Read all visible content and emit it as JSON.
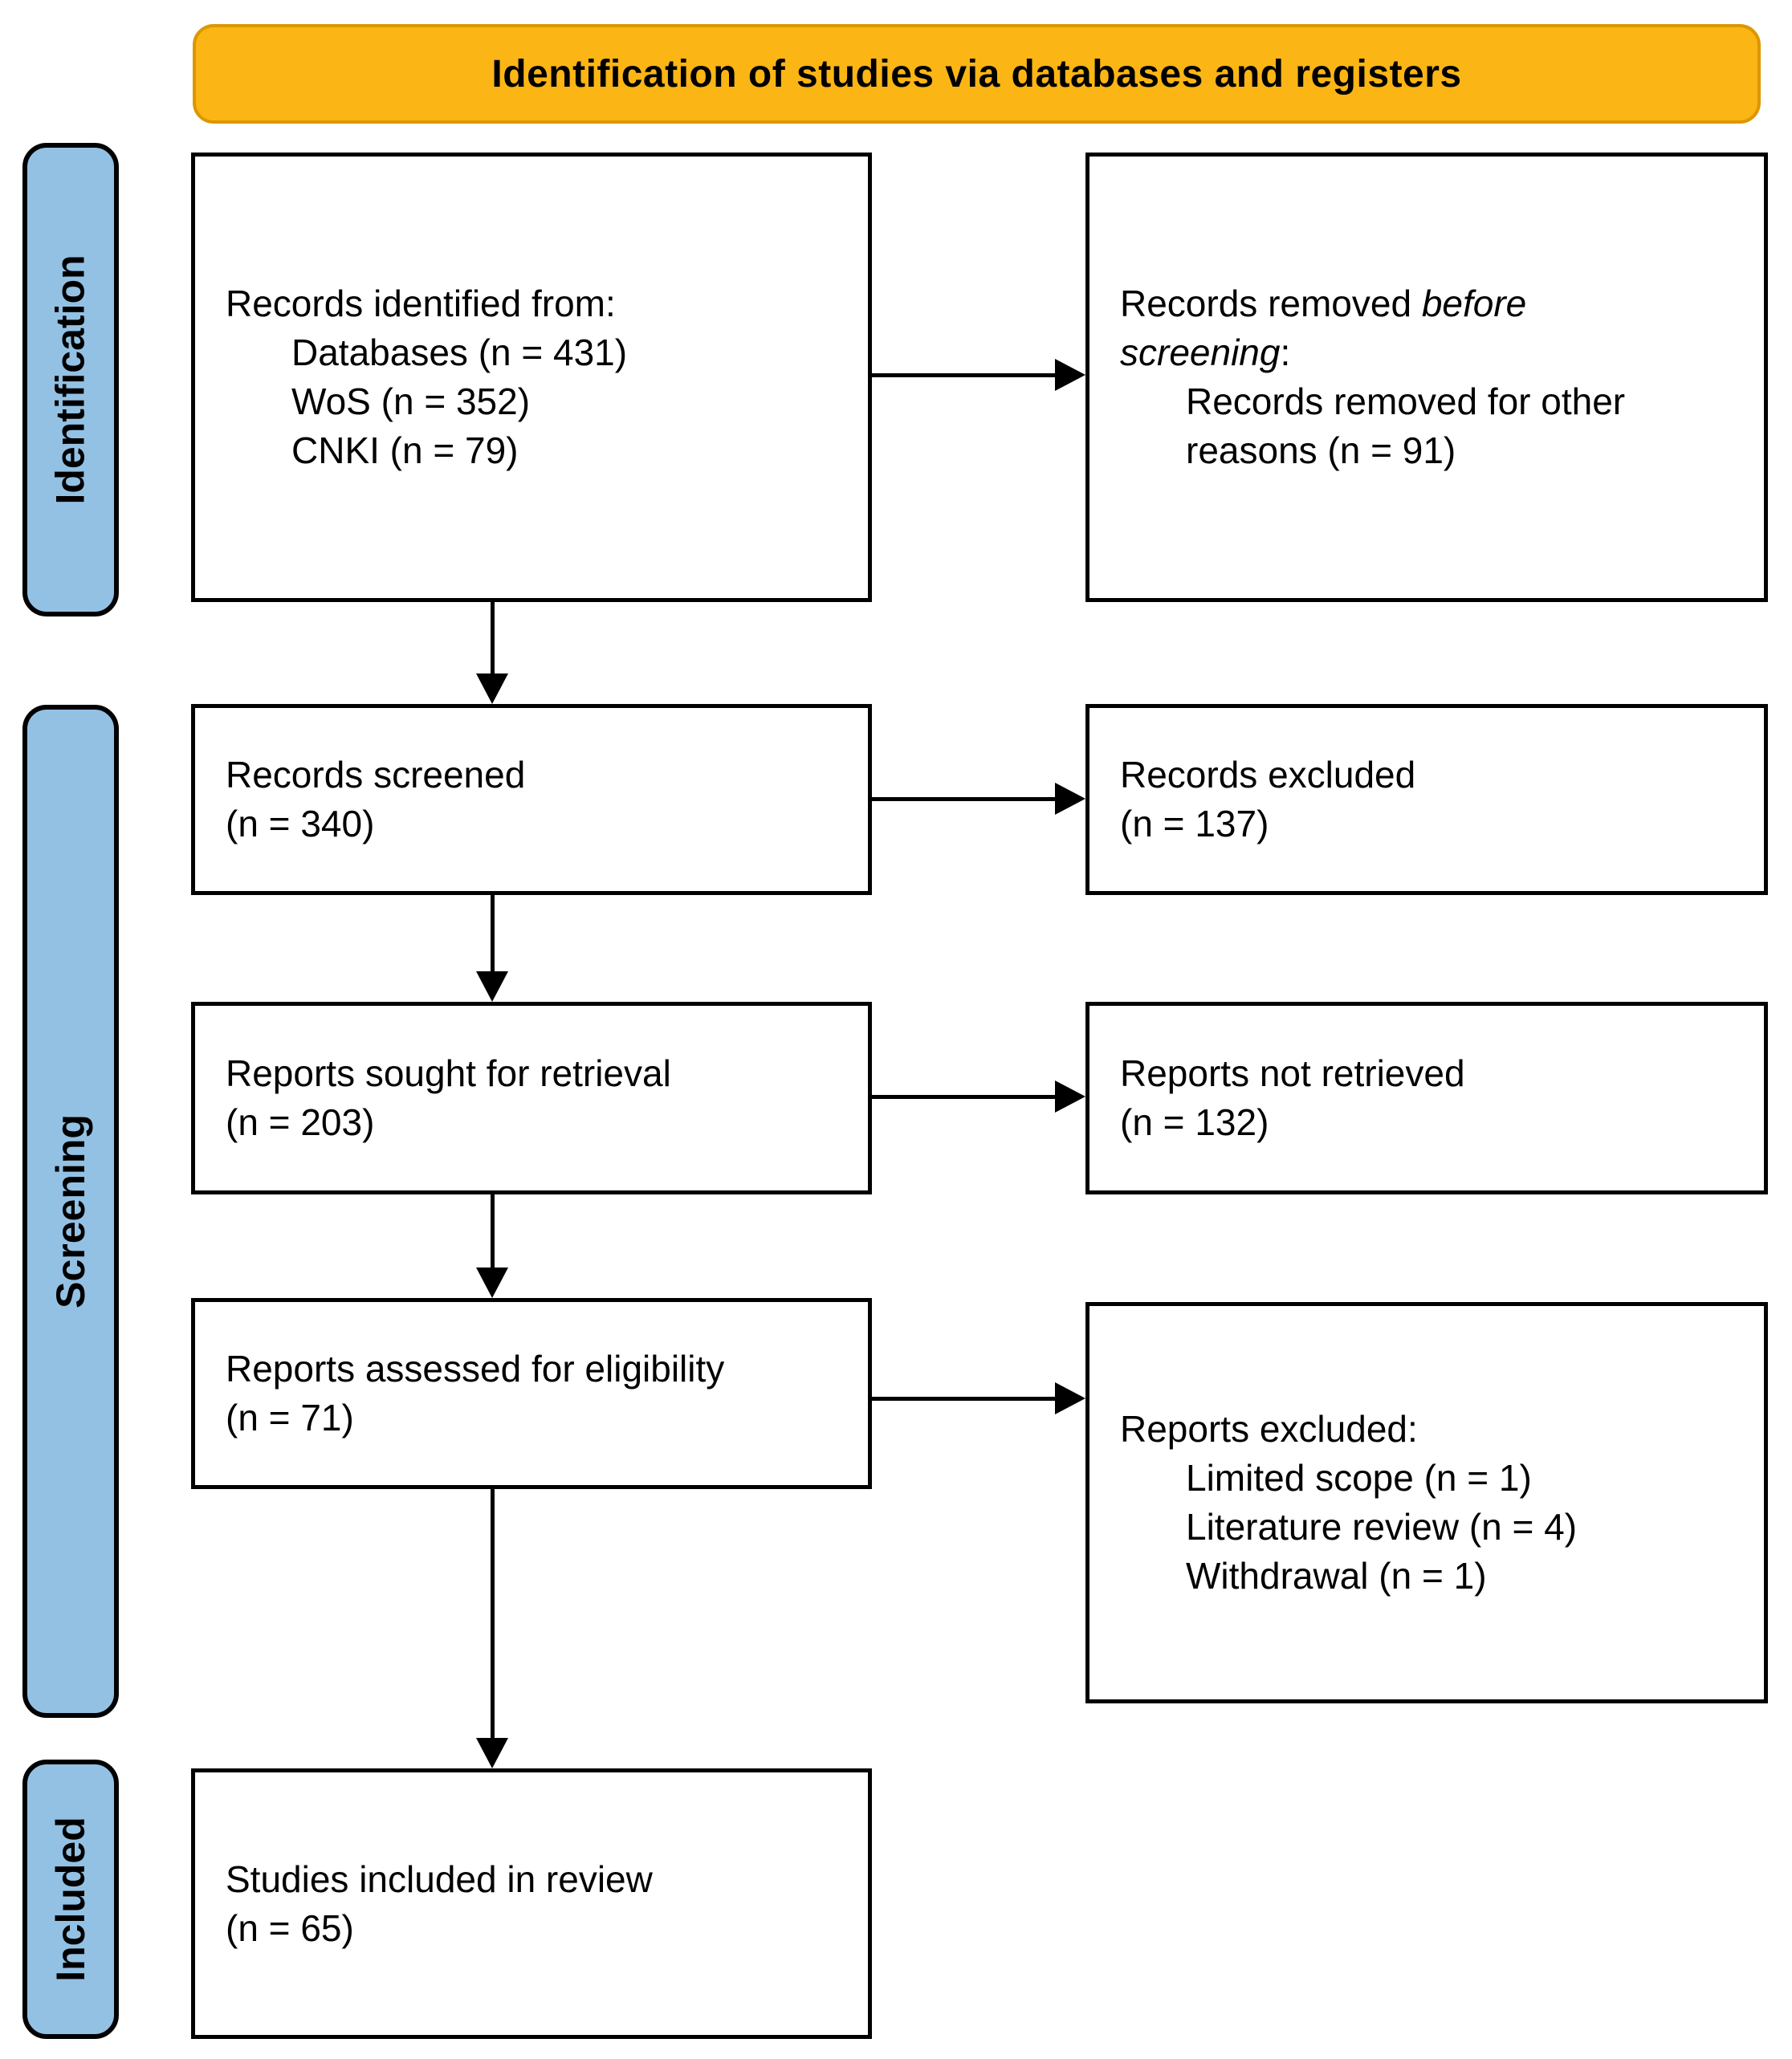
{
  "banner": {
    "title": "Identification of studies via databases and registers"
  },
  "sidebar": {
    "identification": "Identification",
    "screening": "Screening",
    "included": "Included"
  },
  "colors": {
    "banner_fill": "#FBB514",
    "banner_border": "#DC9700",
    "sidebar_fill": "#93C1E4",
    "box_border": "#000000"
  },
  "boxes": {
    "identified": {
      "title": "Records identified from:",
      "items": [
        "Databases (n = 431)",
        "WoS (n = 352)",
        "CNKI (n = 79)"
      ]
    },
    "removed": {
      "line1_prefix": "Records removed ",
      "line1_italic": "before",
      "line2_italic": "screening",
      "line2_suffix": ":",
      "item_lines": [
        "Records removed for other",
        "reasons (n = 91)"
      ]
    },
    "screened": {
      "line1": "Records screened",
      "line2": "(n = 340)"
    },
    "records_excluded": {
      "line1": "Records excluded",
      "line2": "(n = 137)"
    },
    "sought": {
      "line1": "Reports sought for retrieval",
      "line2": "(n = 203)"
    },
    "not_retrieved": {
      "line1": "Reports not retrieved",
      "line2": "(n = 132)"
    },
    "assessed": {
      "line1": "Reports assessed for eligibility",
      "line2": "(n = 71)"
    },
    "reports_excluded": {
      "title": "Reports excluded:",
      "items": [
        "Limited scope (n = 1)",
        "Literature review (n = 4)",
        "Withdrawal (n = 1)"
      ]
    },
    "included_studies": {
      "line1": "Studies included in review",
      "line2": "(n = 65)"
    }
  }
}
